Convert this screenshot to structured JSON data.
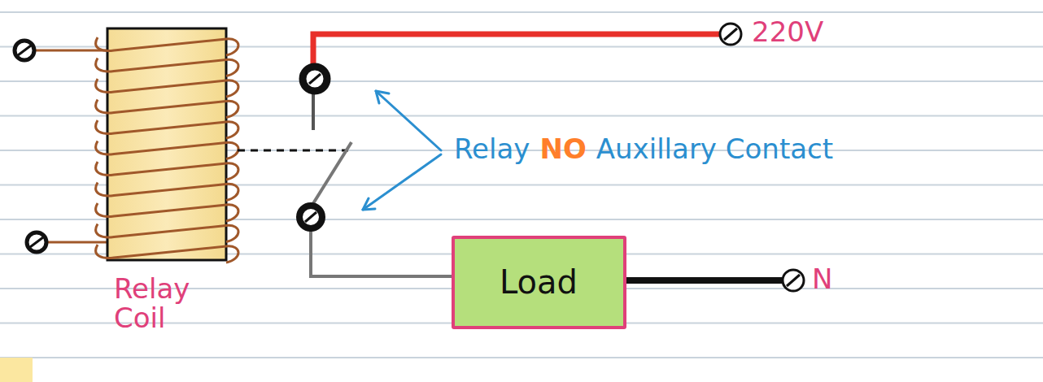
{
  "diagram": {
    "nodes": [
      {
        "text": [
          "Load"
        ]
      }
    ],
    "labels": [
      "220V",
      "Relay",
      "NO",
      "Auxillary Contact",
      "N",
      "Relay Coil"
    ]
  }
}
